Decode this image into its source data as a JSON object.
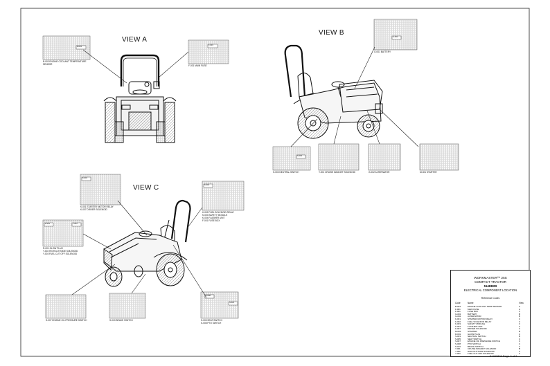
{
  "views": {
    "a": "VIEW A",
    "b": "VIEW B",
    "c": "VIEW C"
  },
  "callouts": {
    "a_left": "B-003 ENGINE COOLANT TEMPERATURE SENSOR",
    "a_right": "F-001 MAIN FUSE",
    "b_top": "G-001 BATTERY",
    "b_1": "S-003 NEUTRAL SWITCH",
    "b_2": "Y-001 CRUISE MAGNET SOLENOID",
    "b_3": "G-002 ALTERNATOR",
    "b_4": "M-001 STARTER",
    "c_top": "K-001 STARTER MOTOR RELAY\nK-007 DRIVER SOLENOID",
    "c_right": "K-002 FUEL SOLENOID RELAY\nK-003 SAFETY MODULE\nK-004 FLASHER UNIT\nF-001 FUSE BOX",
    "c_left": "R-001 GLOW PLUG\nY-002 HIGH ALTITUDE SOLENOID\nY-003 FUEL CUT OFF SOLENOID",
    "c_b1": "S-007 ENGINE OIL PRESSURE SWITCH",
    "c_b2": "S-010 BRAKE SWITCH",
    "c_b3": "S-005 SEAT SWITCH\nS-008 PTO SWITCH"
  },
  "small_tags": {
    "a_left": "B-003",
    "a_right": "F-001",
    "b_top": "G-001",
    "b_1": "S-003",
    "c_top": "K-001",
    "c_right": "K-002",
    "c_left1": "R-001",
    "c_left2": "Y-003",
    "c_b3a": "S-008",
    "c_b3b": "S-005"
  },
  "title_block": {
    "brand": "WORKMASTER™ 25S",
    "model": "COMPACT TRACTOR",
    "part": "51483809",
    "desc": "ELECTRICAL COMPONENT LOCATION",
    "legend_head": "Reference Codes",
    "col_code": "Code",
    "col_name": "Name",
    "col_view": "View",
    "rows": [
      [
        "B-003",
        "ENGINE COOLANT TEMP SENSOR",
        "A"
      ],
      [
        "F-001",
        "MAIN FUSE",
        "A"
      ],
      [
        "F-001",
        "FUSE BOX",
        "C"
      ],
      [
        "G-001",
        "BATTERY",
        "B"
      ],
      [
        "G-002",
        "ALTERNATOR",
        "B"
      ],
      [
        "K-001",
        "STARTER MOTOR RELAY",
        "C"
      ],
      [
        "K-002",
        "FUEL SOLENOID RELAY",
        "C"
      ],
      [
        "K-003",
        "SAFETY MODULE",
        "C"
      ],
      [
        "K-004",
        "FLASHER UNIT",
        "C"
      ],
      [
        "K-007",
        "DRIVER SOLENOID",
        "C"
      ],
      [
        "M-001",
        "STARTER",
        "B"
      ],
      [
        "R-001",
        "GLOW PLUG",
        "C"
      ],
      [
        "S-003",
        "NEUTRAL SWITCH",
        "B"
      ],
      [
        "S-005",
        "SEAT SWITCH",
        "C"
      ],
      [
        "S-007",
        "ENGINE OIL PRESSURE SWITCH",
        "C"
      ],
      [
        "S-008",
        "PTO SWITCH",
        "C"
      ],
      [
        "S-010",
        "BRAKE SWITCH",
        "C"
      ],
      [
        "Y-001",
        "CRUISE MAGNET SOLENOID",
        "B"
      ],
      [
        "Y-002",
        "HIGH ALTITUDE SOLENOID",
        "C"
      ],
      [
        "Y-003",
        "FUEL CUT OFF SOLENOID",
        "C"
      ]
    ]
  },
  "page_footer": "51483809 Page 2 of 2",
  "colors": {
    "ink": "#111111",
    "paper": "#ffffff",
    "grey": "#7a7a7a"
  }
}
